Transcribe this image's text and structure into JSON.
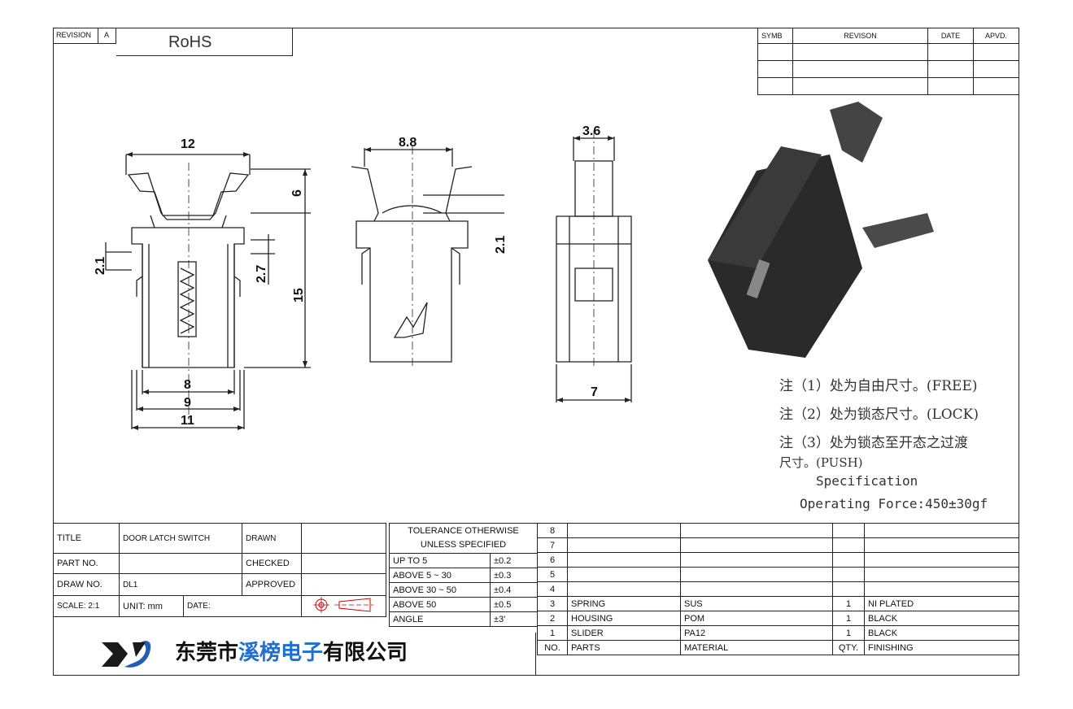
{
  "header": {
    "revision_label": "REVISION",
    "revision_value": "A",
    "rohs": "RoHS",
    "rev_table_headers": [
      "SYMB",
      "REVISON",
      "DATE",
      "APVD."
    ]
  },
  "dimensions": {
    "front": {
      "top_width": "12",
      "right_top": "6",
      "left_small": "2.1",
      "inner_right": "2.7",
      "height": "15",
      "w8": "8",
      "w9": "9",
      "w11": "11"
    },
    "side": {
      "width": "8.8",
      "right": "2.1"
    },
    "edge": {
      "top": "3.6",
      "bottom": "7"
    }
  },
  "notes": [
    "注（1）处为自由尺寸。(FREE)",
    "注（2）处为锁态尺寸。(LOCK)",
    "注（3）处为锁态至开态之过渡",
    "尺寸。(PUSH)"
  ],
  "spec": {
    "title": "Specification",
    "force": "Operating Force:450±30gf"
  },
  "title_block": {
    "title_label": "TITLE",
    "title_value": "DOOR LATCH SWITCH",
    "drawn_label": "DRAWN",
    "part_no_label": "PART NO.",
    "checked_label": "CHECKED",
    "draw_no_label": "DRAW NO.",
    "draw_no_value": "DL1",
    "approved_label": "APPROVED",
    "scale": "SCALE: 2:1",
    "unit": "UNIT: mm",
    "date": "DATE:",
    "company_a": "东莞市",
    "company_b": "溪榜电子",
    "company_c": "有限公司"
  },
  "tolerance": {
    "header1": "TOLERANCE OTHERWISE",
    "header2": "UNLESS SPECIFIED",
    "rows": [
      {
        "range": "UP TO 5",
        "tol": "±0.2"
      },
      {
        "range": "ABOVE 5 ~ 30",
        "tol": "±0.3"
      },
      {
        "range": "ABOVE 30 ~ 50",
        "tol": "±0.4"
      },
      {
        "range": "ABOVE 50",
        "tol": "±0.5"
      },
      {
        "range": "ANGLE",
        "tol": "±3'"
      }
    ]
  },
  "bom": {
    "rows": [
      {
        "no": "8",
        "part": "",
        "material": "",
        "qty": "",
        "finish": ""
      },
      {
        "no": "7",
        "part": "",
        "material": "",
        "qty": "",
        "finish": ""
      },
      {
        "no": "6",
        "part": "",
        "material": "",
        "qty": "",
        "finish": ""
      },
      {
        "no": "5",
        "part": "",
        "material": "",
        "qty": "",
        "finish": ""
      },
      {
        "no": "4",
        "part": "",
        "material": "",
        "qty": "",
        "finish": ""
      },
      {
        "no": "3",
        "part": "SPRING",
        "material": "SUS",
        "qty": "1",
        "finish": "NI PLATED"
      },
      {
        "no": "2",
        "part": "HOUSING",
        "material": "POM",
        "qty": "1",
        "finish": "BLACK"
      },
      {
        "no": "1",
        "part": "SLIDER",
        "material": "PA12",
        "qty": "1",
        "finish": "BLACK"
      }
    ],
    "header": {
      "no": "NO.",
      "part": "PARTS",
      "material": "MATERIAL",
      "qty": "QTY.",
      "finish": "FINISHING"
    }
  }
}
